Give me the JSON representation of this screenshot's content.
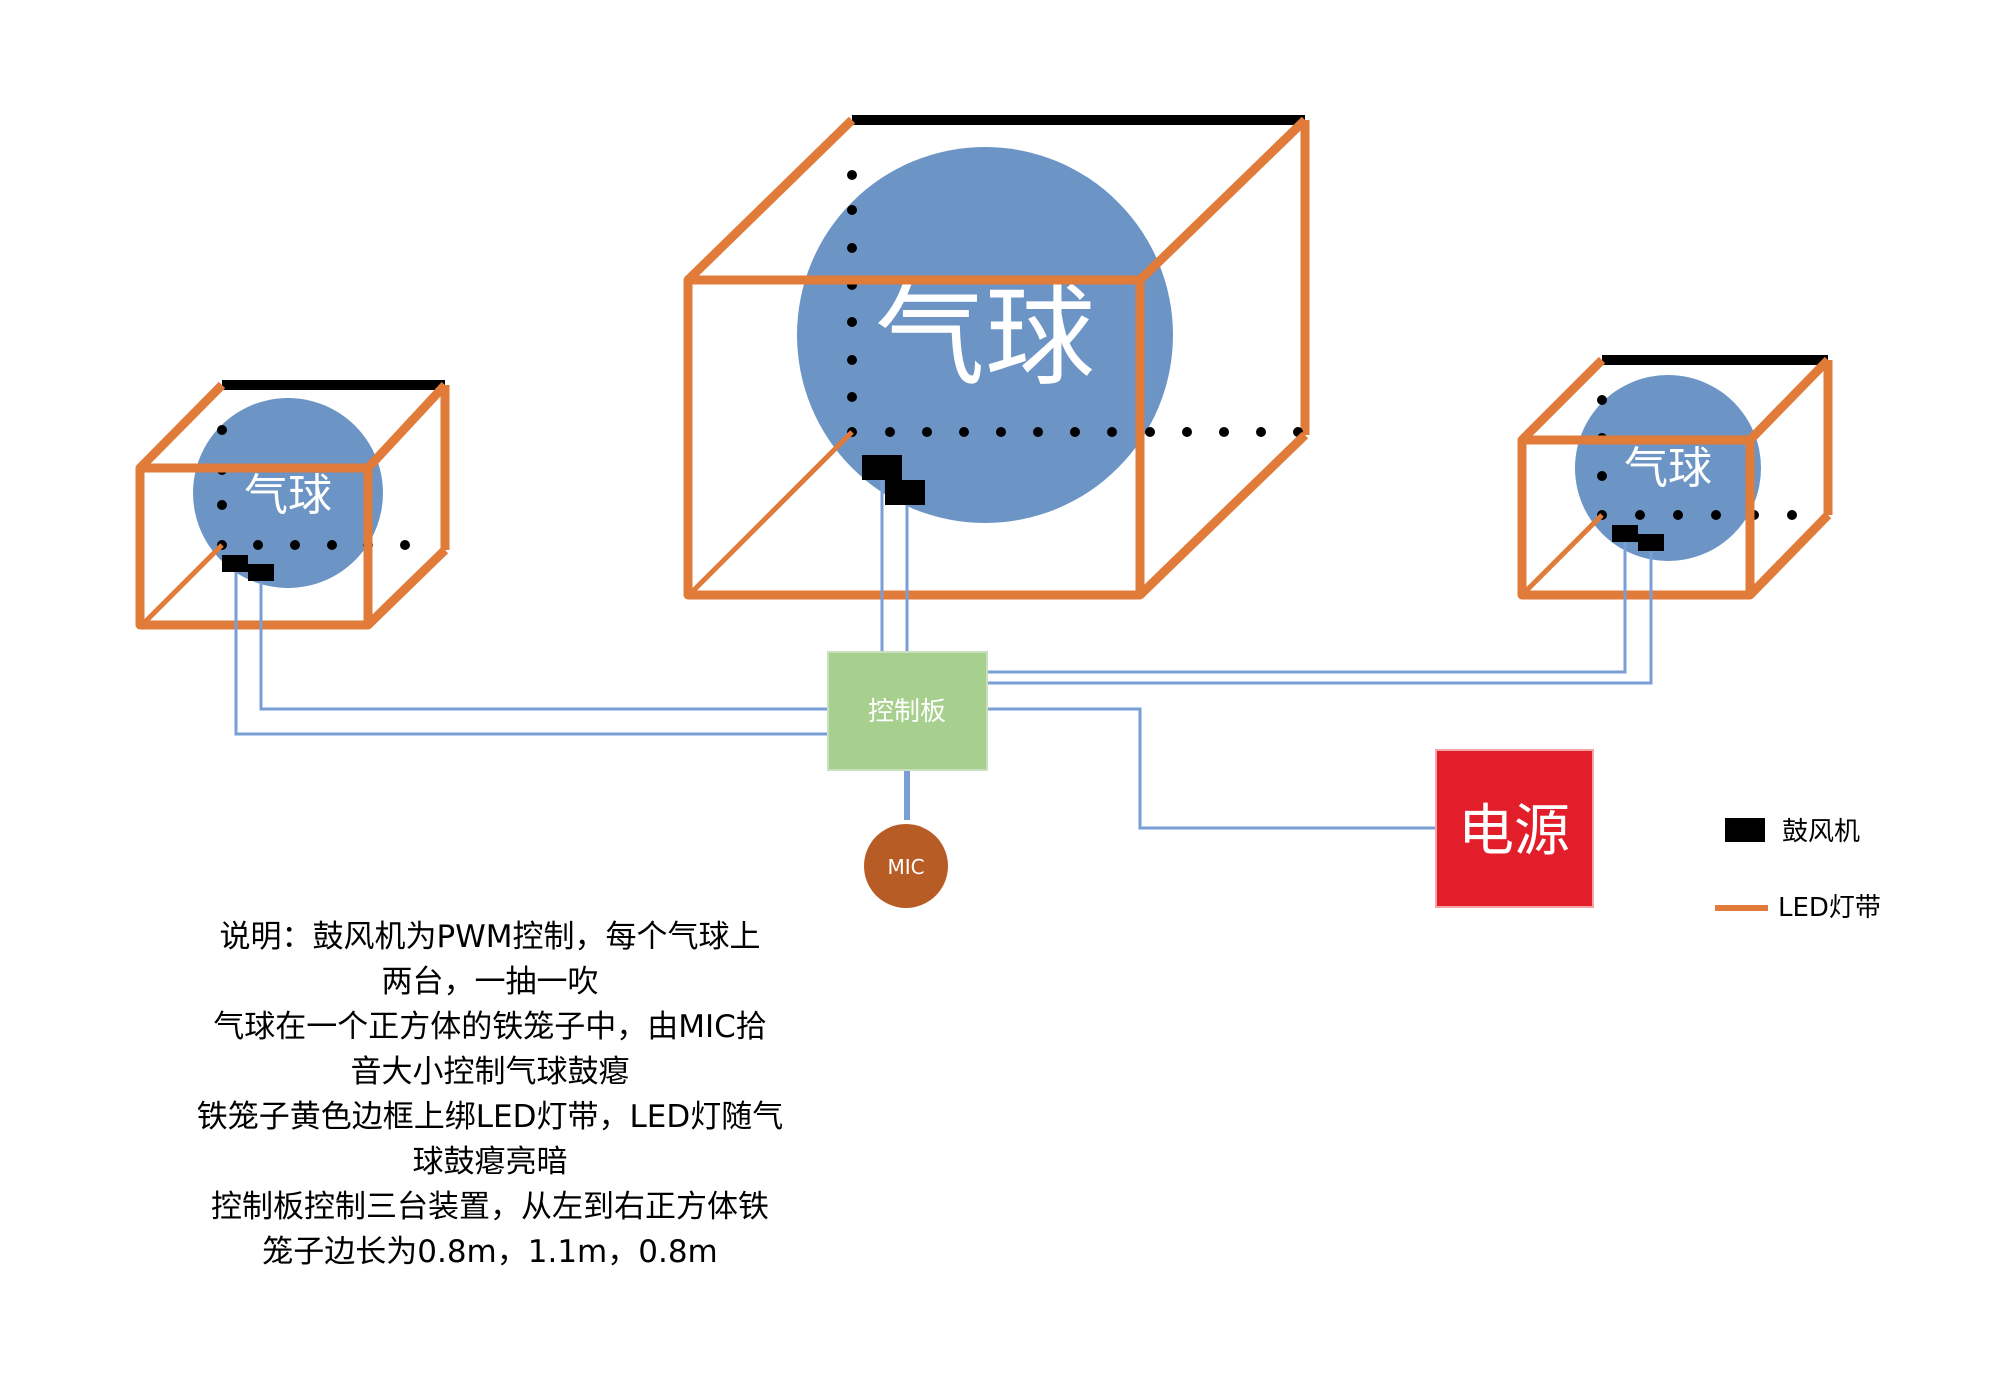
{
  "balloon_label": "气球",
  "control_board_label": "控制板",
  "mic_label": "MIC",
  "power_label": "电源",
  "legend": {
    "blower_label": "鼓风机",
    "led_label": "LED灯带"
  },
  "notes": [
    "说明：鼓风机为PWM控制，每个气球上",
    "两台，一抽一吹",
    "气球在一个正方体的铁笼子中，由MIC拾",
    "音大小控制气球鼓瘪",
    "铁笼子黄色边框上绑LED灯带，LED灯随气",
    "球鼓瘪亮暗",
    "控制板控制三台装置，从左到右正方体铁",
    "笼子边长为0.8m，1.1m，0.8m"
  ],
  "colors": {
    "cage_frame": "#e07b39",
    "balloon": "#6c95c6",
    "wire": "#7a9fd6",
    "control_board": "#a7cf8d",
    "mic": "#b85c25",
    "power": "#e31e2b",
    "blower": "#000000"
  },
  "icons": {
    "blower": "black-rectangle",
    "led_strip": "orange-line"
  }
}
